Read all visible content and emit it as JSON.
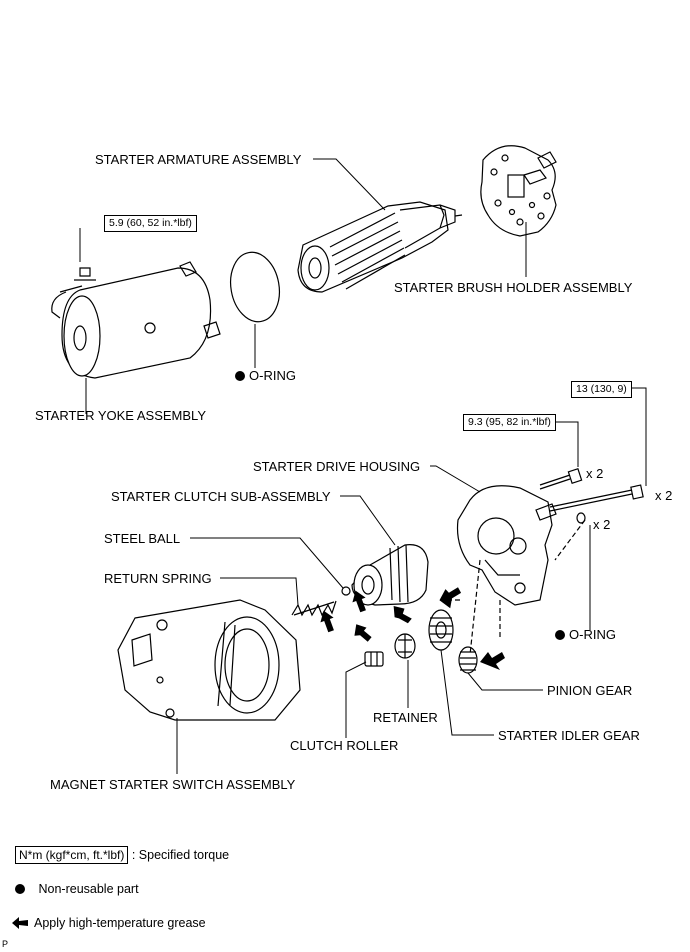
{
  "labels": {
    "armature": "STARTER ARMATURE ASSEMBLY",
    "brush_holder": "STARTER BRUSH HOLDER ASSEMBLY",
    "yoke": "STARTER YOKE ASSEMBLY",
    "o_ring_top": "O-RING",
    "drive_housing": "STARTER DRIVE HOUSING",
    "clutch_sub": "STARTER CLUTCH SUB-ASSEMBLY",
    "steel_ball": "STEEL BALL",
    "return_spring": "RETURN SPRING",
    "o_ring_right": "O-RING",
    "pinion_gear": "PINION GEAR",
    "retainer": "RETAINER",
    "idler_gear": "STARTER IDLER GEAR",
    "clutch_roller": "CLUTCH ROLLER",
    "magnet_switch": "MAGNET STARTER SWITCH ASSEMBLY"
  },
  "torques": {
    "yoke_nut": "5.9 (60, 52 in.*lbf)",
    "housing_bolt": "9.3 (95, 82 in.*lbf)",
    "long_bolt": "13 (130, 9)"
  },
  "quantities": {
    "housing_bolt": "x 2",
    "long_bolt": "x 2",
    "o_ring_right": "x 2"
  },
  "legend": {
    "torque_box": "N*m (kgf*cm, ft.*lbf)",
    "torque_desc": ": Specified torque",
    "nonreusable": "Non-reusable part",
    "grease": "Apply high-temperature grease"
  },
  "page_code": "P"
}
